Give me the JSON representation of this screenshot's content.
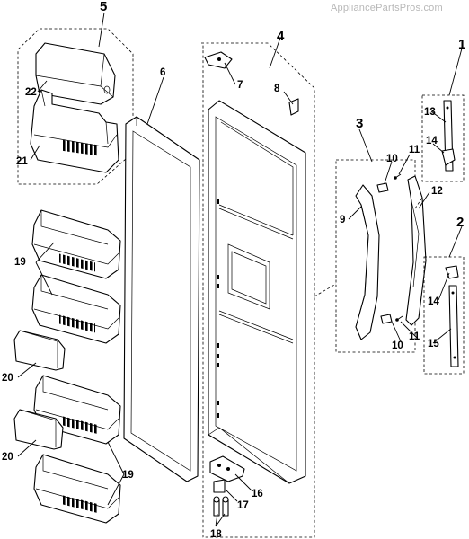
{
  "watermark": "AppliancePartsPros.com",
  "callouts": {
    "c1": "1",
    "c2": "2",
    "c3": "3",
    "c4": "4",
    "c5": "5",
    "c6": "6",
    "c7": "7",
    "c8": "8",
    "c9": "9",
    "c10a": "10",
    "c10b": "10",
    "c11a": "11",
    "c11b": "11",
    "c12": "12",
    "c13": "13",
    "c14a": "14",
    "c14b": "14",
    "c15": "15",
    "c16": "16",
    "c17": "17",
    "c18": "18",
    "c19a": "19",
    "c19b": "19",
    "c20a": "20",
    "c20b": "20",
    "c21": "21",
    "c22": "22"
  }
}
